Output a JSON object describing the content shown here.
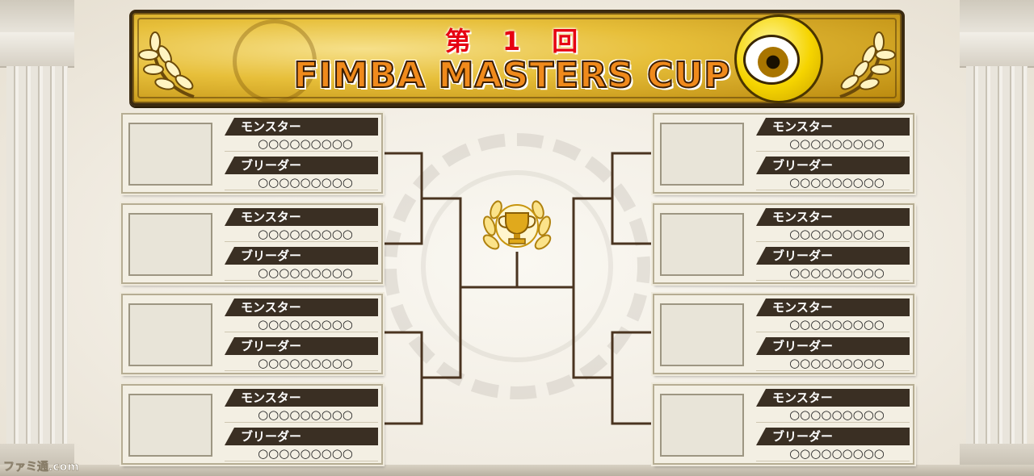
{
  "banner": {
    "subtitle": "第 1 回",
    "title": "FIMBA MASTERS CUP"
  },
  "entries": [
    {
      "monster_label": "モンスター",
      "monster_value": "○○○○○○○○○",
      "breeder_label": "ブリーダー",
      "breeder_value": "○○○○○○○○○"
    },
    {
      "monster_label": "モンスター",
      "monster_value": "○○○○○○○○○",
      "breeder_label": "ブリーダー",
      "breeder_value": "○○○○○○○○○"
    },
    {
      "monster_label": "モンスター",
      "monster_value": "○○○○○○○○○",
      "breeder_label": "ブリーダー",
      "breeder_value": "○○○○○○○○○"
    },
    {
      "monster_label": "モンスター",
      "monster_value": "○○○○○○○○○",
      "breeder_label": "ブリーダー",
      "breeder_value": "○○○○○○○○○"
    },
    {
      "monster_label": "モンスター",
      "monster_value": "○○○○○○○○○",
      "breeder_label": "ブリーダー",
      "breeder_value": "○○○○○○○○○"
    },
    {
      "monster_label": "モンスター",
      "monster_value": "○○○○○○○○○",
      "breeder_label": "ブリーダー",
      "breeder_value": "○○○○○○○○○"
    },
    {
      "monster_label": "モンスター",
      "monster_value": "○○○○○○○○○",
      "breeder_label": "ブリーダー",
      "breeder_value": "○○○○○○○○○"
    },
    {
      "monster_label": "モンスター",
      "monster_value": "○○○○○○○○○",
      "breeder_label": "ブリーダー",
      "breeder_value": "○○○○○○○○○"
    }
  ],
  "watermark": "ファミ通.com",
  "colors": {
    "subtitle": "#e60012",
    "title": "#f08a1c",
    "bracket_line": "#4a3420",
    "label_bg": "#3a2f23",
    "banner_gold": "#e7bf3a"
  }
}
